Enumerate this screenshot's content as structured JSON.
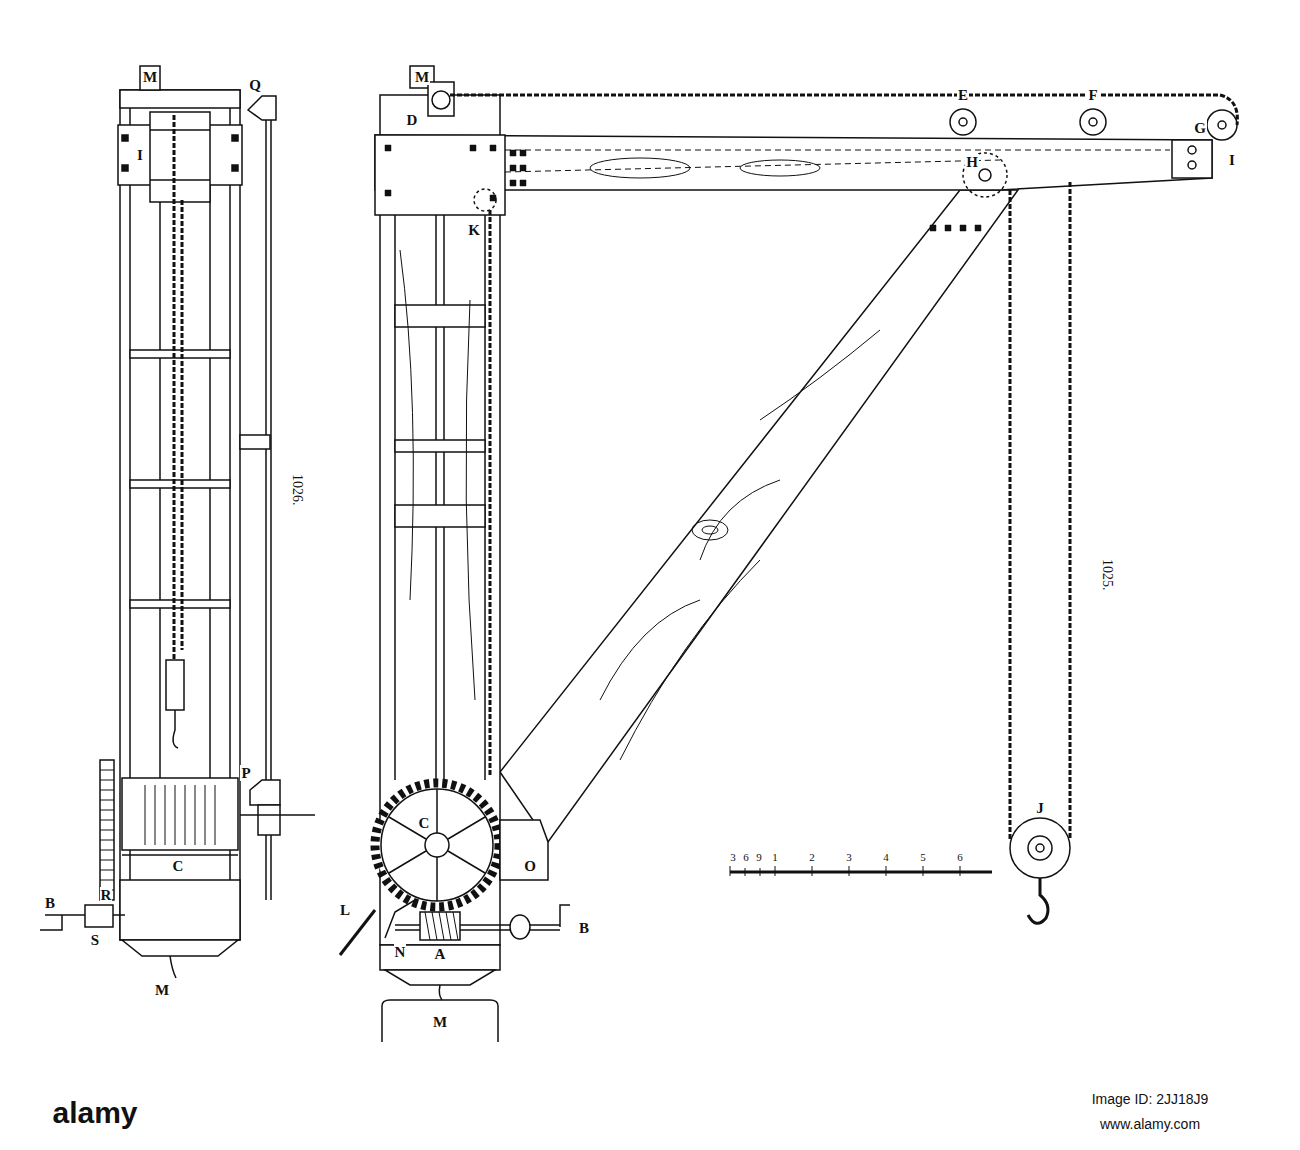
{
  "diagram": {
    "labels": [
      "M",
      "Q",
      "I",
      "1026.",
      "R",
      "B",
      "S",
      "C",
      "P",
      "M",
      "M",
      "D",
      "E",
      "F",
      "G",
      "H",
      "I",
      "K",
      "J",
      "1025.",
      "C",
      "O",
      "L",
      "N",
      "A",
      "B",
      "M",
      "3",
      "6",
      "9",
      "1",
      "2",
      "3",
      "4",
      "5",
      "6",
      "alamy",
      "Image ID: 2JJ18J9",
      "www.alamy.com"
    ]
  }
}
